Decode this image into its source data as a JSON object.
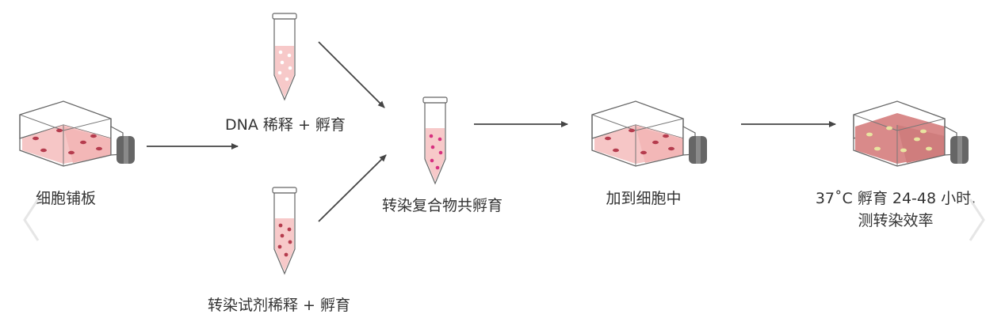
{
  "steps": {
    "plating": "细胞铺板",
    "dna_dilution": "DNA 稀释 + 孵育",
    "reagent_dilution": "转染试剂稀释 + 孵育",
    "complex_incubation": "转染复合物共孵育",
    "add_to_cells": "加到细胞中",
    "incubate_line1": "37˚C 孵育 24-48 小时,",
    "incubate_line2": "测转染效率"
  },
  "icons": {
    "flask": "cell-culture-flask-icon",
    "tube": "centrifuge-tube-icon",
    "prev": "chevron-left-icon",
    "next": "chevron-right-icon"
  },
  "colors": {
    "outline": "#555555",
    "arrow": "#444444",
    "medium_light": "#f7c9c9",
    "medium_dark": "#d98a8a",
    "dot_dark": "#b53c4e",
    "dot_light": "#ffffff",
    "dot_pink": "#d7307f",
    "dot_yellow": "#e8e4a0",
    "cap": "#666666",
    "nav": "#e6e6e6"
  }
}
